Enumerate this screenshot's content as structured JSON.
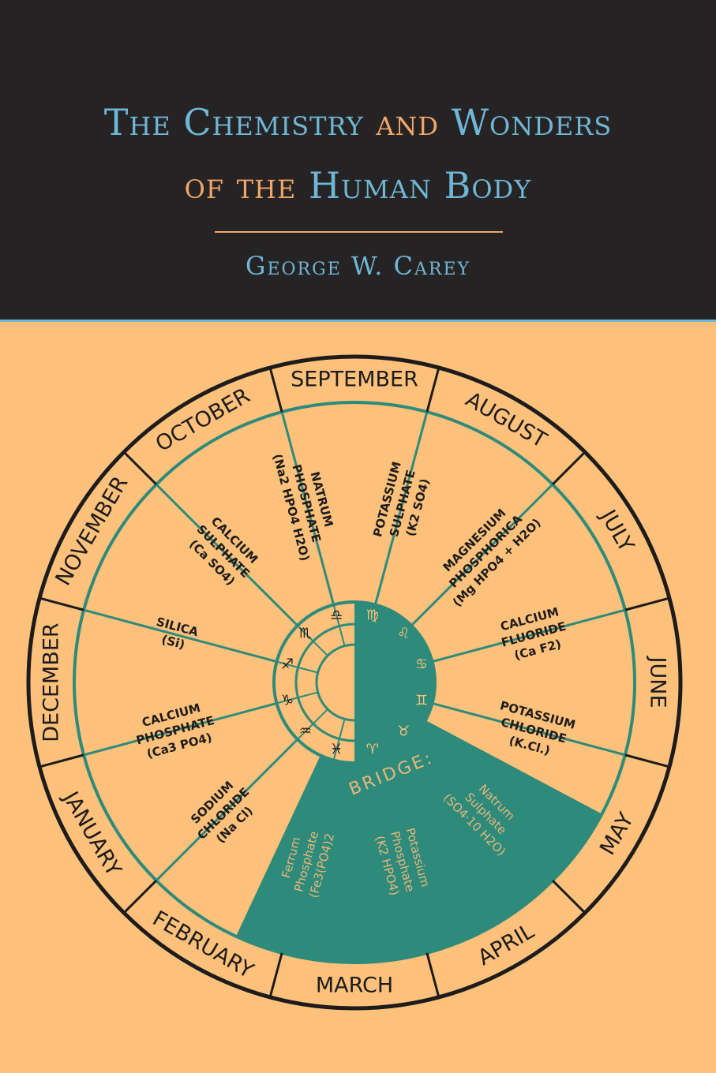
{
  "title": {
    "line1_a": "The Chemistry",
    "line1_b": "and",
    "line1_c": "Wonders",
    "line2_a": "of the",
    "line2_b": "Human Body"
  },
  "author": "George W. Carey",
  "colors": {
    "dark": "#262324",
    "background": "#fdc17c",
    "blue": "#6fb7d6",
    "orange": "#f0a668",
    "teal": "#2e8a7a"
  },
  "wheel": {
    "months": [
      "SEPTEMBER",
      "AUGUST",
      "JULY",
      "JUNE",
      "MAY",
      "APRIL",
      "MARCH",
      "FEBRUARY",
      "JANUARY",
      "DECEMBER",
      "NOVEMBER",
      "OCTOBER"
    ],
    "salts": [
      {
        "lines": [
          "POTASSIUM",
          "SULPHATE",
          "(K2 SO4)"
        ]
      },
      {
        "lines": [
          "MAGNESIUM",
          "PHOSPHORICA",
          "(Mg HPO4 + H2O)"
        ]
      },
      {
        "lines": [
          "CALCIUM",
          "FLUORIDE",
          "(Ca F2)"
        ]
      },
      {
        "lines": [
          "POTASSIUM",
          "CHLORIDE",
          "(K.Cl.)"
        ]
      },
      {
        "lines": [
          "Natrum",
          "Sulphate",
          "(SO4·10 H2O)"
        ]
      },
      {
        "lines": [
          "Potassium",
          "Phosphate",
          "(K2 HPO4)"
        ]
      },
      {
        "lines": [
          "Ferrum",
          "Phosphate",
          "(Fe3(PO4)2"
        ]
      },
      {
        "lines": [
          "SODIUM",
          "CHLORIDE",
          "(Na Cl)"
        ]
      },
      {
        "lines": [
          "CALCIUM",
          "PHOSPHATE",
          "(Ca3 PO4)"
        ]
      },
      {
        "lines": [
          "SILICA",
          "(Si)"
        ]
      },
      {
        "lines": [
          "CALCIUM",
          "SULPHATE",
          "(Ca SO4)"
        ]
      },
      {
        "lines": [
          "NATRUM",
          "PHOSPHATE",
          "(Na2 HPO4 H2O)"
        ]
      }
    ],
    "bridge": "BRIDGE:",
    "zodiac": [
      "♍",
      "♌",
      "♋",
      "♊",
      "♉",
      "♈",
      "♓",
      "♒",
      "♑",
      "♐",
      "♏",
      "♎"
    ]
  }
}
